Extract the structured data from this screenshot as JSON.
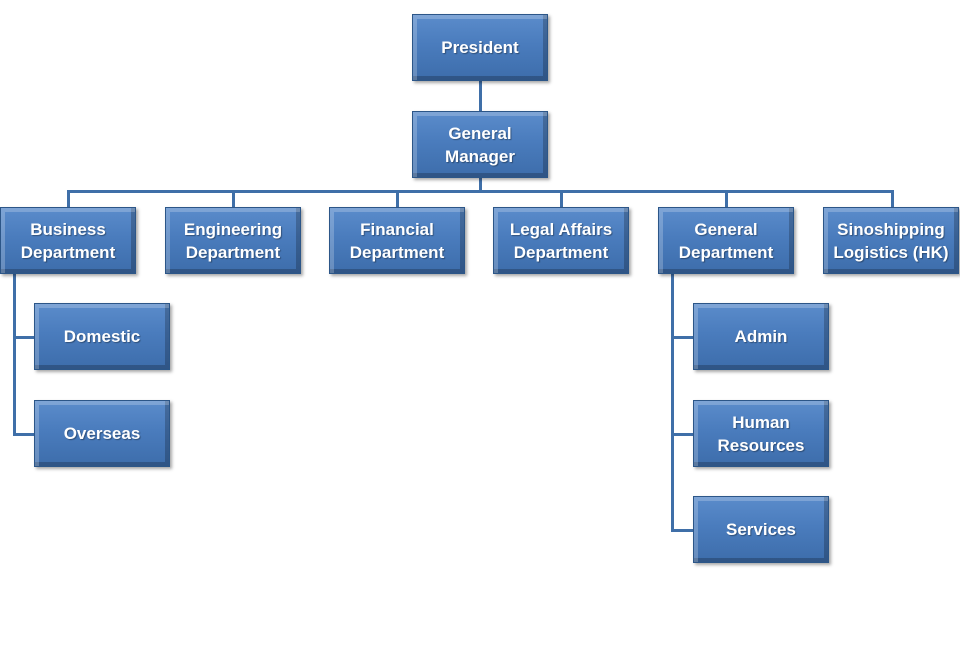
{
  "org_chart": {
    "president": "President",
    "general_manager": "General\nManager",
    "departments": [
      {
        "id": "business",
        "label": "Business\nDepartment"
      },
      {
        "id": "engineering",
        "label": "Engineering\nDepartment"
      },
      {
        "id": "financial",
        "label": "Financial\nDepartment"
      },
      {
        "id": "legal-affairs",
        "label": "Legal Affairs\nDepartment"
      },
      {
        "id": "general",
        "label": "General\nDepartment"
      },
      {
        "id": "sinoshipping-logistics",
        "label": "Sinoshipping\nLogistics (HK)"
      }
    ],
    "business_subunits": [
      {
        "id": "domestic",
        "label": "Domestic"
      },
      {
        "id": "overseas",
        "label": "Overseas"
      }
    ],
    "general_subunits": [
      {
        "id": "admin",
        "label": "Admin"
      },
      {
        "id": "human-resources",
        "label": "Human\nResources"
      },
      {
        "id": "services",
        "label": "Services"
      }
    ]
  },
  "colors": {
    "box_fill": "#4a7cbd",
    "box_border": "#2c5688",
    "connector": "#3f6fa8",
    "text": "#ffffff",
    "background": "#ffffff"
  }
}
